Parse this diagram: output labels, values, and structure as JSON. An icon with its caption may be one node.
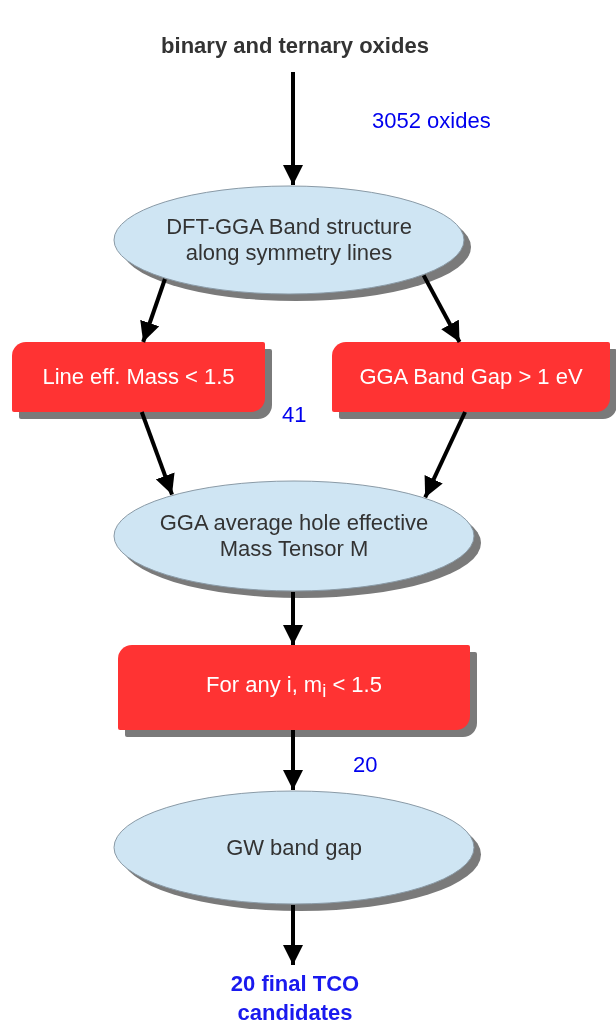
{
  "diagram": {
    "nodes": [
      {
        "text": [
          "binary and ternary oxides"
        ]
      },
      {
        "text": [
          "DFT-GGA Band structure along symmetry lines"
        ]
      },
      {
        "text": [
          "Line eff. Mass < 1.5"
        ]
      },
      {
        "text": [
          "GGA Band Gap > 1 eV"
        ]
      },
      {
        "text": [
          "GGA average hole effective Mass Tensor M"
        ]
      },
      {
        "text": [
          "For any i, m$_{i}$ < 1.5"
        ]
      },
      {
        "text": [
          "GW band gap"
        ]
      },
      {
        "text": [
          "20 final TCO candidates"
        ]
      }
    ],
    "edges": [
      {
        "from": 0,
        "to": 1,
        "arrow": "to"
      },
      {
        "from": 1,
        "to": 2,
        "arrow": "to"
      },
      {
        "from": 1,
        "to": 3,
        "arrow": "to"
      },
      {
        "from": 2,
        "to": 4,
        "arrow": "to"
      },
      {
        "from": 3,
        "to": 4,
        "arrow": "to"
      },
      {
        "from": 4,
        "to": 5,
        "arrow": "to"
      },
      {
        "from": 5,
        "to": 6,
        "arrow": "to"
      },
      {
        "from": 6,
        "to": 7,
        "arrow": "to"
      }
    ],
    "labels": [
      "3052 oxides",
      "41",
      "20"
    ]
  }
}
